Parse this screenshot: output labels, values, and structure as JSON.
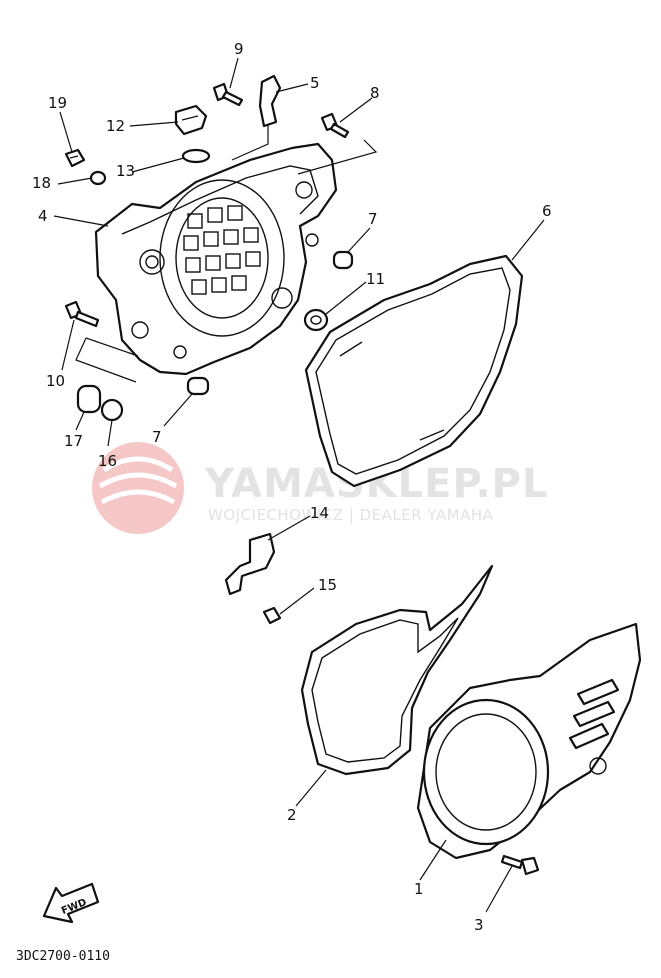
{
  "watermark": {
    "brand": "YAMASKLEP.PL",
    "tagline": "WOJCIECHOWICZ | DEALER YAMAHA",
    "logo_color": "#f4b5b5",
    "text_color": "#e3e3e3"
  },
  "diagram_code": "3DC2700-0110",
  "fwd_label": "FWD",
  "part_labels": [
    {
      "id": "p1",
      "text": "1"
    },
    {
      "id": "p2",
      "text": "2"
    },
    {
      "id": "p3",
      "text": "3"
    },
    {
      "id": "p4",
      "text": "4"
    },
    {
      "id": "p5",
      "text": "5"
    },
    {
      "id": "p6",
      "text": "6"
    },
    {
      "id": "p7a",
      "text": "7"
    },
    {
      "id": "p7b",
      "text": "7"
    },
    {
      "id": "p8",
      "text": "8"
    },
    {
      "id": "p9",
      "text": "9"
    },
    {
      "id": "p10",
      "text": "10"
    },
    {
      "id": "p11",
      "text": "11"
    },
    {
      "id": "p12",
      "text": "12"
    },
    {
      "id": "p13",
      "text": "13"
    },
    {
      "id": "p14",
      "text": "14"
    },
    {
      "id": "p15",
      "text": "15"
    },
    {
      "id": "p16",
      "text": "16"
    },
    {
      "id": "p17",
      "text": "17"
    },
    {
      "id": "p18",
      "text": "18"
    },
    {
      "id": "p19",
      "text": "19"
    }
  ]
}
